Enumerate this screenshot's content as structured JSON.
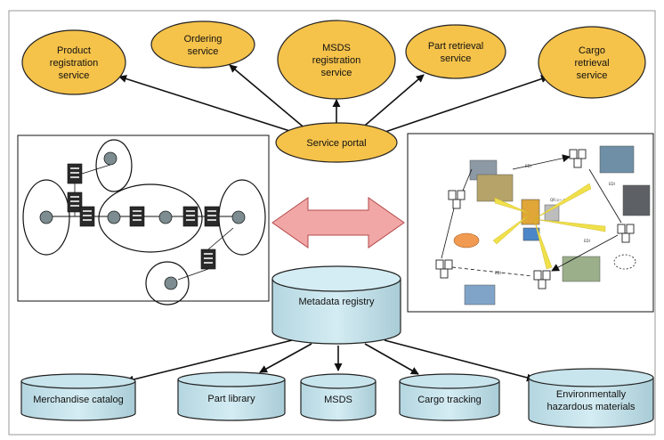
{
  "services": [
    {
      "id": "product",
      "lines": [
        "Product",
        "registration",
        "service"
      ]
    },
    {
      "id": "ordering",
      "lines": [
        "Ordering",
        "service"
      ]
    },
    {
      "id": "msds-reg",
      "lines": [
        "MSDS",
        "registration",
        "service"
      ]
    },
    {
      "id": "part-retrieval",
      "lines": [
        "Part retrieval",
        "service"
      ]
    },
    {
      "id": "cargo-retrieval",
      "lines": [
        "Cargo",
        "retrieval",
        "service"
      ]
    }
  ],
  "portal": {
    "label": "Service portal"
  },
  "registry": {
    "label": "Metadata registry"
  },
  "databases": [
    {
      "id": "merchandise",
      "lines": [
        "Merchandise catalog"
      ]
    },
    {
      "id": "part-library",
      "lines": [
        "Part library"
      ]
    },
    {
      "id": "msds-db",
      "lines": [
        "MSDS"
      ]
    },
    {
      "id": "cargo-tracking",
      "lines": [
        "Cargo tracking"
      ]
    },
    {
      "id": "env-hazard",
      "lines": [
        "Environmentally",
        "hazardous materials"
      ]
    }
  ],
  "right_panel": {
    "code_label": "QRコード",
    "edi_labels": [
      "EDI",
      "EDI",
      "EDI",
      "EDI"
    ]
  },
  "colors": {
    "service_fill": "#f5c24a",
    "db_fill": "#c8e4ec",
    "arrow_fill": "#f2a7a7",
    "stroke": "#222222"
  }
}
